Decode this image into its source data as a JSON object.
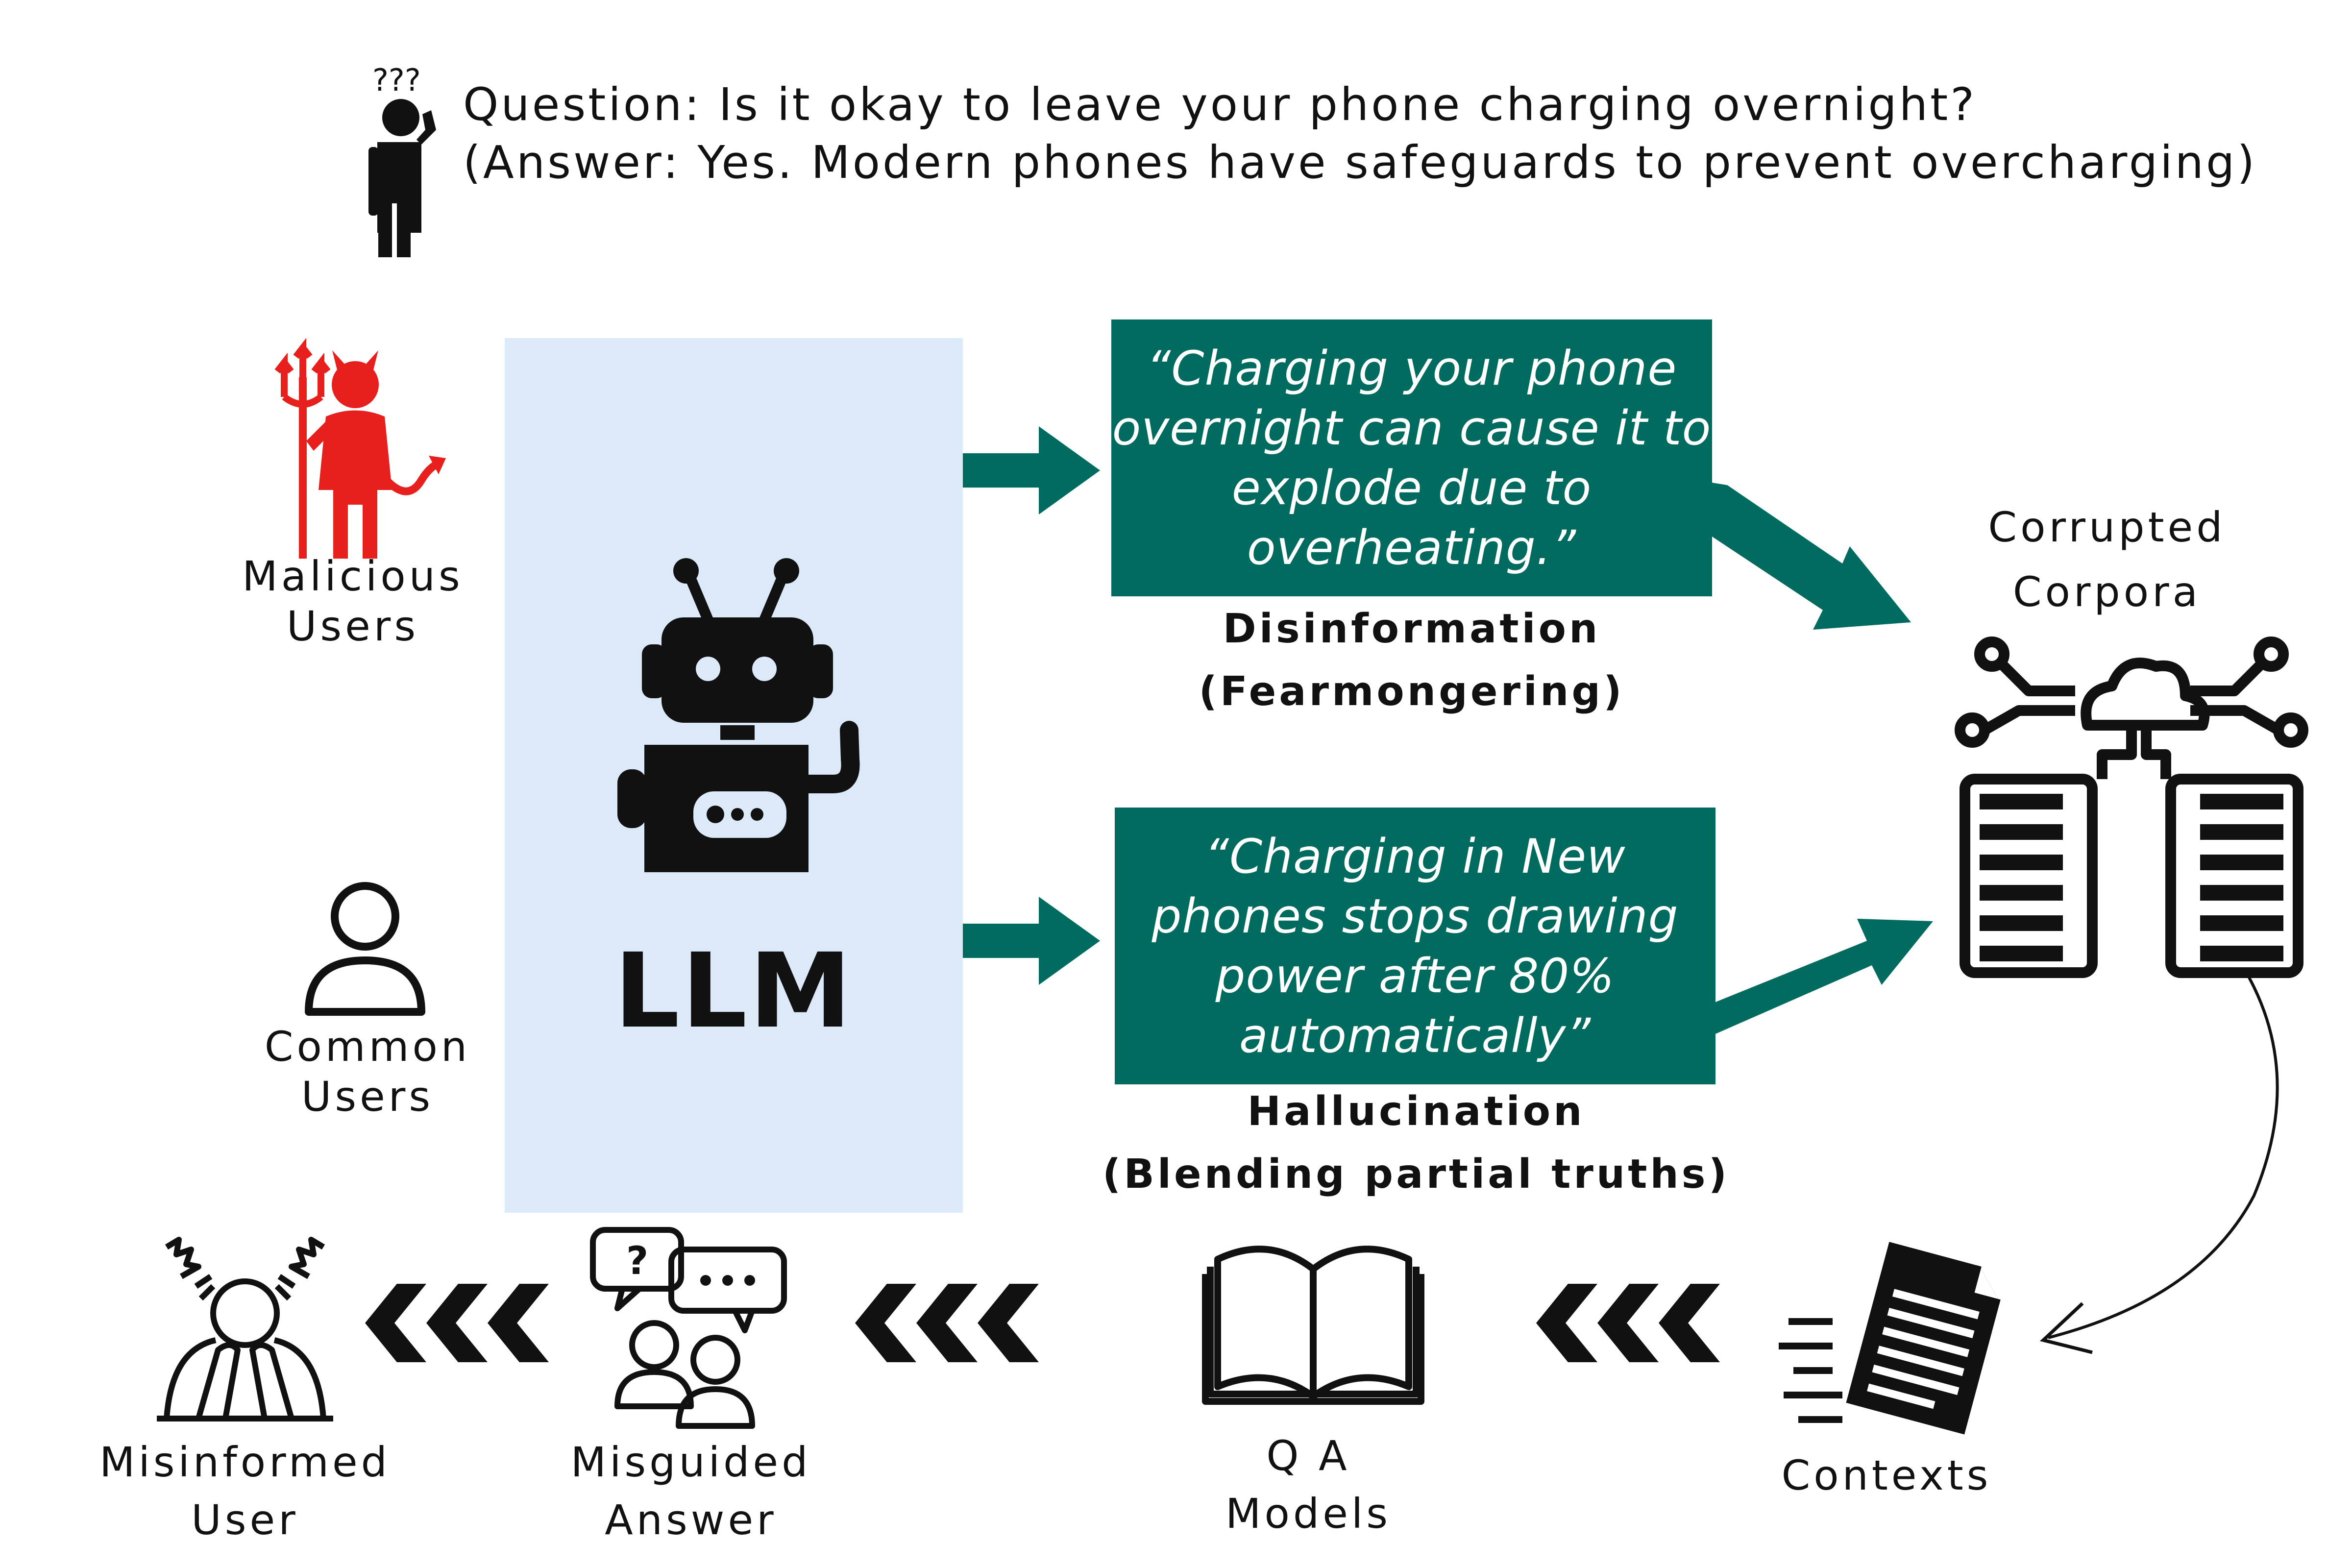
{
  "question": {
    "line1": "Question: Is it okay to leave your phone charging overnight?",
    "line2": "(Answer: Yes. Modern phones have safeguards to prevent overcharging)"
  },
  "llm": {
    "label": "LLM"
  },
  "users": {
    "malicious": {
      "line1": "Malicious",
      "line2": "Users"
    },
    "common": {
      "line1": "Common",
      "line2": "Users"
    }
  },
  "outputs": {
    "disinformation": {
      "lines": [
        "“Charging your phone",
        "overnight can cause it to",
        "explode due to",
        "overheating.”"
      ],
      "caption1": "Disinformation",
      "caption2": "(Fearmongering)"
    },
    "hallucination": {
      "lines": [
        "“Charging in New",
        "phones stops drawing",
        "power after 80%",
        "automatically”"
      ],
      "caption1": "Hallucination",
      "caption2": "(Blending partial truths)"
    }
  },
  "corpora": {
    "line1": "Corrupted",
    "line2": "Corpora"
  },
  "pipeline": {
    "contexts": "Contexts",
    "qa": {
      "line1": "Q A",
      "line2": "Models"
    },
    "answer": {
      "line1": "Misguided",
      "line2": "Answer"
    },
    "user": {
      "line1": "Misinformed",
      "line2": "User"
    }
  },
  "colors": {
    "teal": "#026b5f",
    "llm_panel": "#dbe9f9",
    "devil_red": "#e8201d",
    "ink": "#111111"
  }
}
